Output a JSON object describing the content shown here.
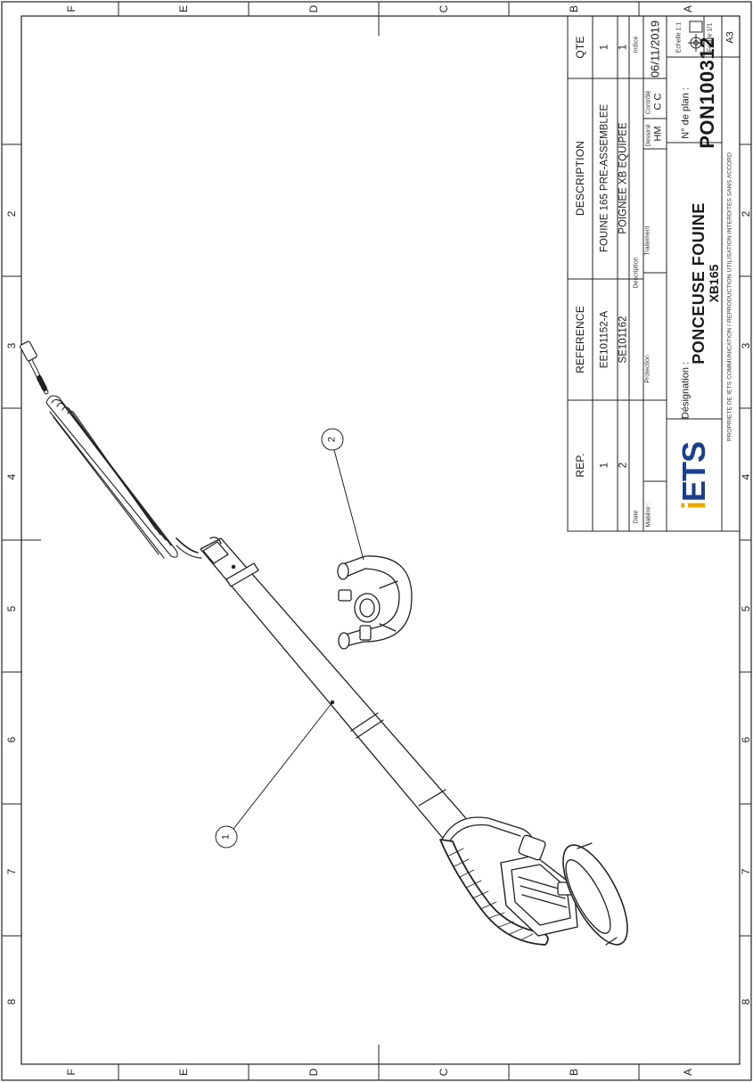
{
  "zones": {
    "letters": [
      "F",
      "E",
      "D",
      "C",
      "B",
      "A"
    ],
    "numbers": [
      "2",
      "3",
      "4",
      "5",
      "6",
      "7",
      "8"
    ]
  },
  "bom": {
    "headers": {
      "rep": "REP.",
      "reference": "REFERENCE",
      "description": "DESCRIPTION",
      "qte": "QTE"
    },
    "rows": [
      {
        "rep": "1",
        "reference": "EE101152-A",
        "description": "FOUINE 165 PRE-ASSEMBLEE",
        "qte": "1"
      },
      {
        "rep": "2",
        "reference": "SE101162",
        "description": "POIGNEE XB EQUIPEE",
        "qte": "1"
      }
    ]
  },
  "title_block": {
    "date_label": "Date",
    "matiere_label": "Matière :",
    "protection_label": "Protection",
    "description_label": "Description",
    "traitement_label": "Traitement",
    "dessine_label": "Dessiné",
    "dessine_value": "HM",
    "controle_label": "Contrôlé",
    "controle_value": "C C",
    "indice_label": "Indice",
    "date_value": "06/11/2019",
    "echelle_label": "Echelle 1:1",
    "feuille_label": "Feuille 1/1",
    "format_value": "A3",
    "designation_label": "Désignation :",
    "designation_line1": "PONCEUSE FOUINE",
    "designation_line2": "XB165",
    "plan_label": "N° de plan :",
    "plan_value": "PON100312",
    "logo_i": "i",
    "logo_rest": "ETS",
    "propriete": "PROPRIETE DE IETS COMMUNICATION / REPRODUCTION UTILISATION INTERDITES SANS ACCORD"
  },
  "balloons": [
    "1",
    "2"
  ]
}
